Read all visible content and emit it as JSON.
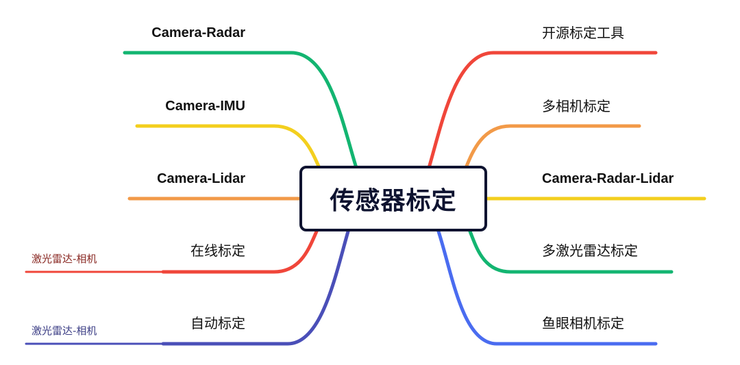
{
  "mindmap": {
    "center": "传感器标定",
    "left_branches": [
      {
        "label": "Camera-Radar",
        "color": "#13b571"
      },
      {
        "label": "Camera-IMU",
        "color": "#f3cf1e"
      },
      {
        "label": "Camera-Lidar",
        "color": "#f29a48"
      },
      {
        "label": "在线标定",
        "color": "#f0463a",
        "sub": "激光雷达-相机",
        "sub_color": "#8a2a24"
      },
      {
        "label": "自动标定",
        "color": "#4a4fb8",
        "sub": "激光雷达-相机",
        "sub_color": "#3d3f86"
      }
    ],
    "right_branches": [
      {
        "label": "开源标定工具",
        "color": "#f0463a"
      },
      {
        "label": "多相机标定",
        "color": "#f29a48"
      },
      {
        "label": "Camera-Radar-Lidar",
        "color": "#f3cf1e"
      },
      {
        "label": "多激光雷达标定",
        "color": "#13b571"
      },
      {
        "label": "鱼眼相机标定",
        "color": "#4a6cf0"
      }
    ]
  }
}
